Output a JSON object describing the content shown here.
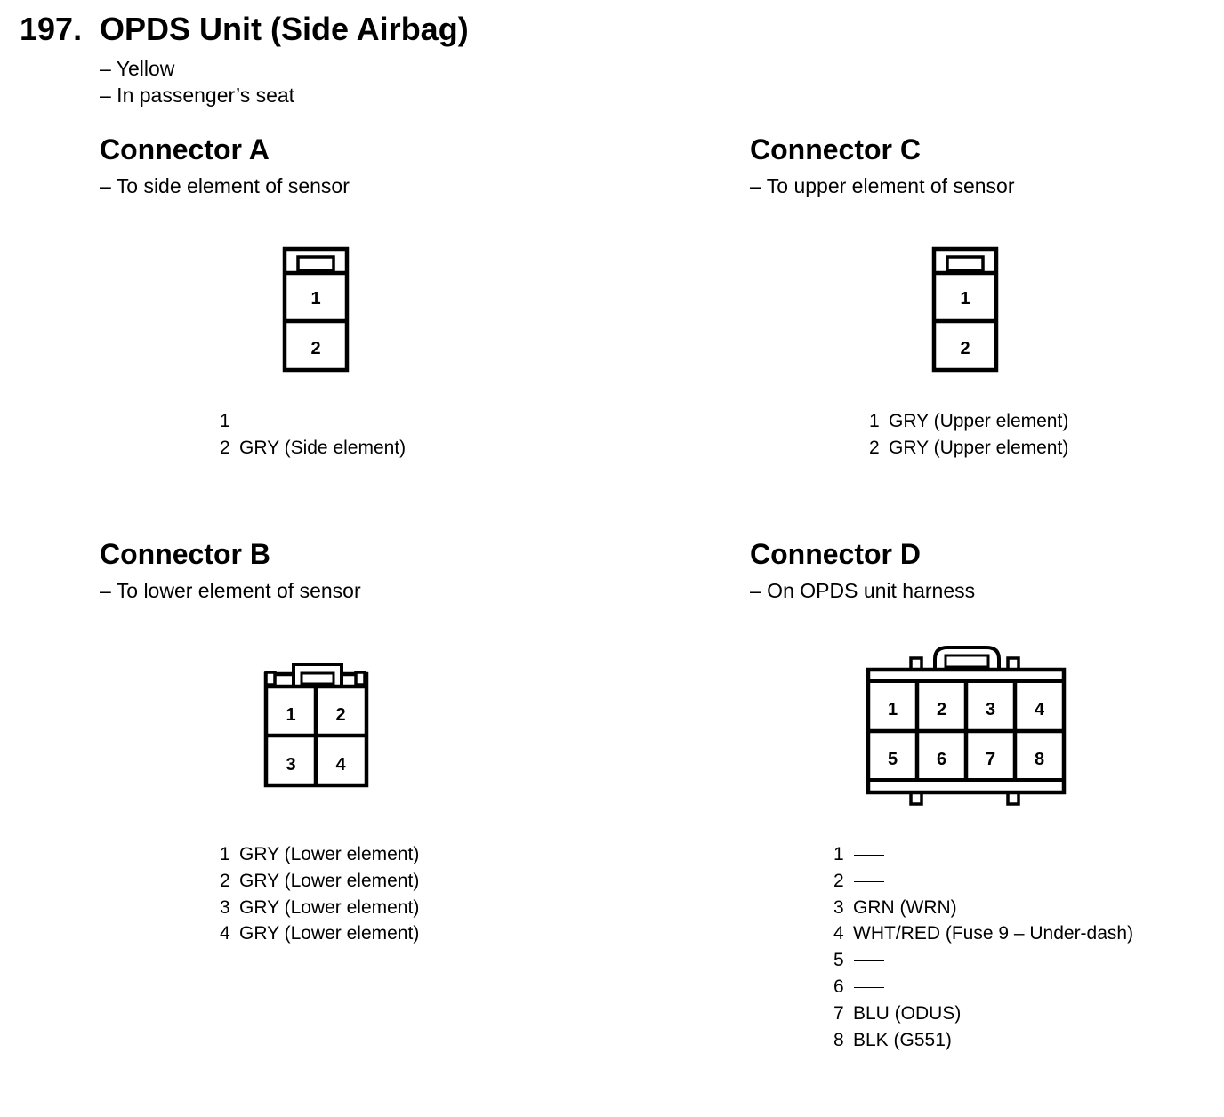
{
  "header": {
    "number": "197.",
    "title": "OPDS Unit (Side Airbag)",
    "lines": [
      "– Yellow",
      "– In passenger’s seat"
    ]
  },
  "connectors": {
    "a": {
      "title": "Connector A",
      "desc": "– To side element of sensor",
      "pin_labels": [
        "1",
        "2"
      ],
      "pins": [
        {
          "num": "1",
          "text": ""
        },
        {
          "num": "2",
          "text": "GRY (Side element)"
        }
      ]
    },
    "b": {
      "title": "Connector B",
      "desc": "– To lower element of sensor",
      "pin_labels": [
        "1",
        "2",
        "3",
        "4"
      ],
      "pins": [
        {
          "num": "1",
          "text": "GRY (Lower element)"
        },
        {
          "num": "2",
          "text": "GRY (Lower element)"
        },
        {
          "num": "3",
          "text": "GRY (Lower element)"
        },
        {
          "num": "4",
          "text": "GRY (Lower element)"
        }
      ]
    },
    "c": {
      "title": "Connector C",
      "desc": "– To upper element of sensor",
      "pin_labels": [
        "1",
        "2"
      ],
      "pins": [
        {
          "num": "1",
          "text": "GRY (Upper element)"
        },
        {
          "num": "2",
          "text": "GRY (Upper element)"
        }
      ]
    },
    "d": {
      "title": "Connector D",
      "desc": "– On OPDS unit harness",
      "pin_labels": [
        "1",
        "2",
        "3",
        "4",
        "5",
        "6",
        "7",
        "8"
      ],
      "pins": [
        {
          "num": "1",
          "text": ""
        },
        {
          "num": "2",
          "text": ""
        },
        {
          "num": "3",
          "text": "GRN (WRN)"
        },
        {
          "num": "4",
          "text": "WHT/RED (Fuse 9 – Under-dash)"
        },
        {
          "num": "5",
          "text": ""
        },
        {
          "num": "6",
          "text": ""
        },
        {
          "num": "7",
          "text": "BLU (ODUS)"
        },
        {
          "num": "8",
          "text": "BLK (G551)"
        }
      ]
    }
  }
}
